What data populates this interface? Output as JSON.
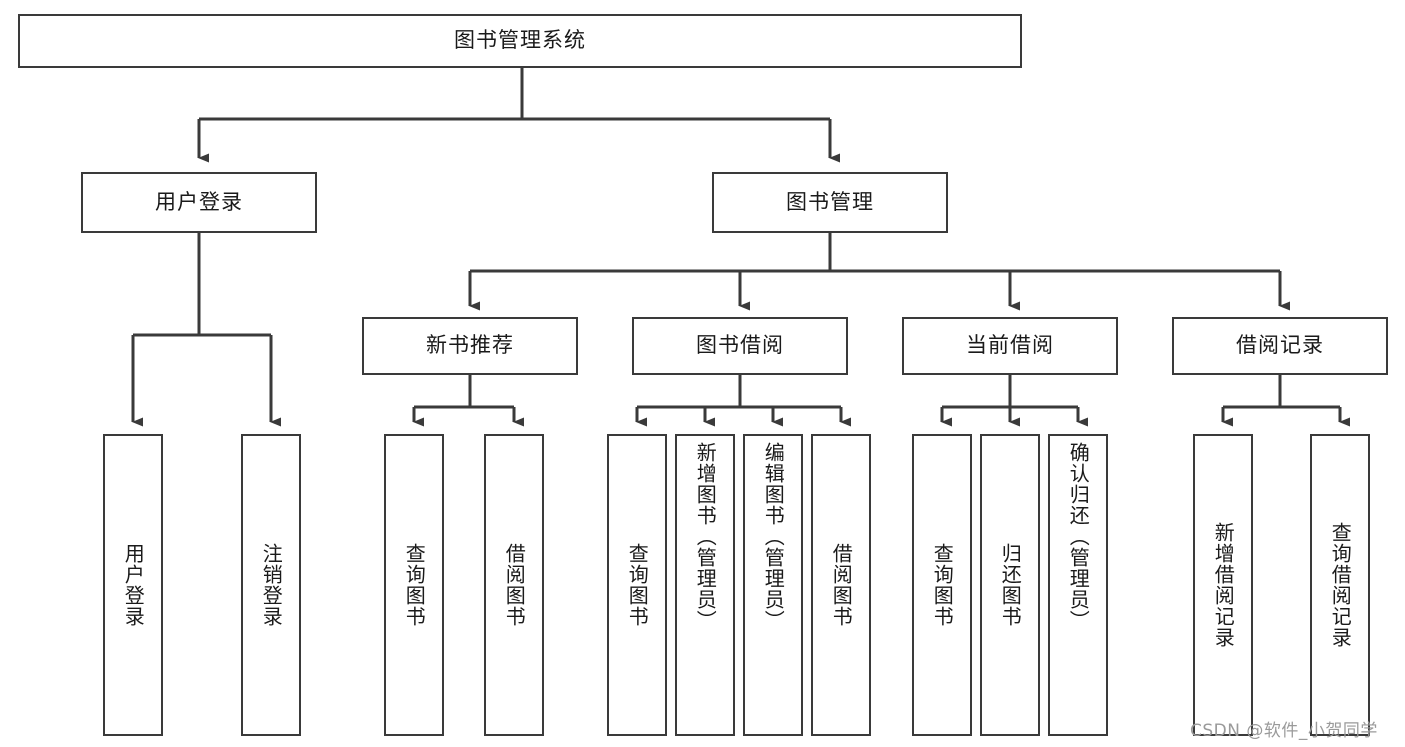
{
  "diagram": {
    "type": "tree-hierarchy",
    "title": "图书管理系统",
    "stroke_color": "#3a3a3a",
    "text_color": "#1a1a1a",
    "background": "#ffffff",
    "nodes": {
      "root": {
        "label": "图书管理系统"
      },
      "level2": [
        {
          "id": "user-login",
          "label": "用户登录"
        },
        {
          "id": "book-manage",
          "label": "图书管理"
        }
      ],
      "level3": [
        {
          "id": "new-book-recommend",
          "label": "新书推荐"
        },
        {
          "id": "book-borrow",
          "label": "图书借阅"
        },
        {
          "id": "current-borrow",
          "label": "当前借阅"
        },
        {
          "id": "borrow-record",
          "label": "借阅记录"
        }
      ],
      "leaves": {
        "user_login": [
          {
            "id": "leaf-user-login",
            "label": "用户登录"
          },
          {
            "id": "leaf-logout-login",
            "label": "注销登录"
          }
        ],
        "new_book_recommend": [
          {
            "id": "leaf-query-book-1",
            "label": "查询图书"
          },
          {
            "id": "leaf-borrow-book-1",
            "label": "借阅图书"
          }
        ],
        "book_borrow": [
          {
            "id": "leaf-query-book-2",
            "label": "查询图书"
          },
          {
            "id": "leaf-add-book-admin",
            "label": "新增图书（管理员）"
          },
          {
            "id": "leaf-edit-book-admin",
            "label": "编辑图书（管理员）"
          },
          {
            "id": "leaf-borrow-book-2",
            "label": "借阅图书"
          }
        ],
        "current_borrow": [
          {
            "id": "leaf-query-book-3",
            "label": "查询图书"
          },
          {
            "id": "leaf-return-book",
            "label": "归还图书"
          },
          {
            "id": "leaf-confirm-return-admin",
            "label": "确认归还（管理员）"
          }
        ],
        "borrow_record": [
          {
            "id": "leaf-add-borrow-record",
            "label": "新增借阅记录"
          },
          {
            "id": "leaf-query-borrow-record",
            "label": "查询借阅记录"
          }
        ]
      }
    }
  },
  "watermark": {
    "text": "CSDN @软件_小贺同学"
  }
}
